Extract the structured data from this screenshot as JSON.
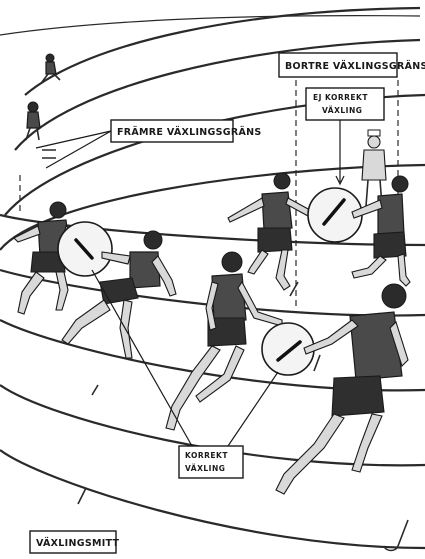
{
  "diagram": {
    "labels": {
      "bortre_vaxlingsgrans": "BORTRE VÄXLINGSGRÄNS",
      "framre_vaxlingsgrans": "FRÄMRE VÄXLINGSGRÄNS",
      "ej_korrekt_line1": "EJ KORREKT",
      "ej_korrekt_line2": "VÄXLING",
      "korrekt_line1": "KORREKT",
      "korrekt_line2": "VÄXLING",
      "vaxlingsmitt": "VÄXLINGSMITT"
    },
    "colors": {
      "ink": "#1a1a1a",
      "jersey": "#4a4a4a",
      "skin": "#d9d9d9",
      "paper": "#ffffff"
    }
  }
}
